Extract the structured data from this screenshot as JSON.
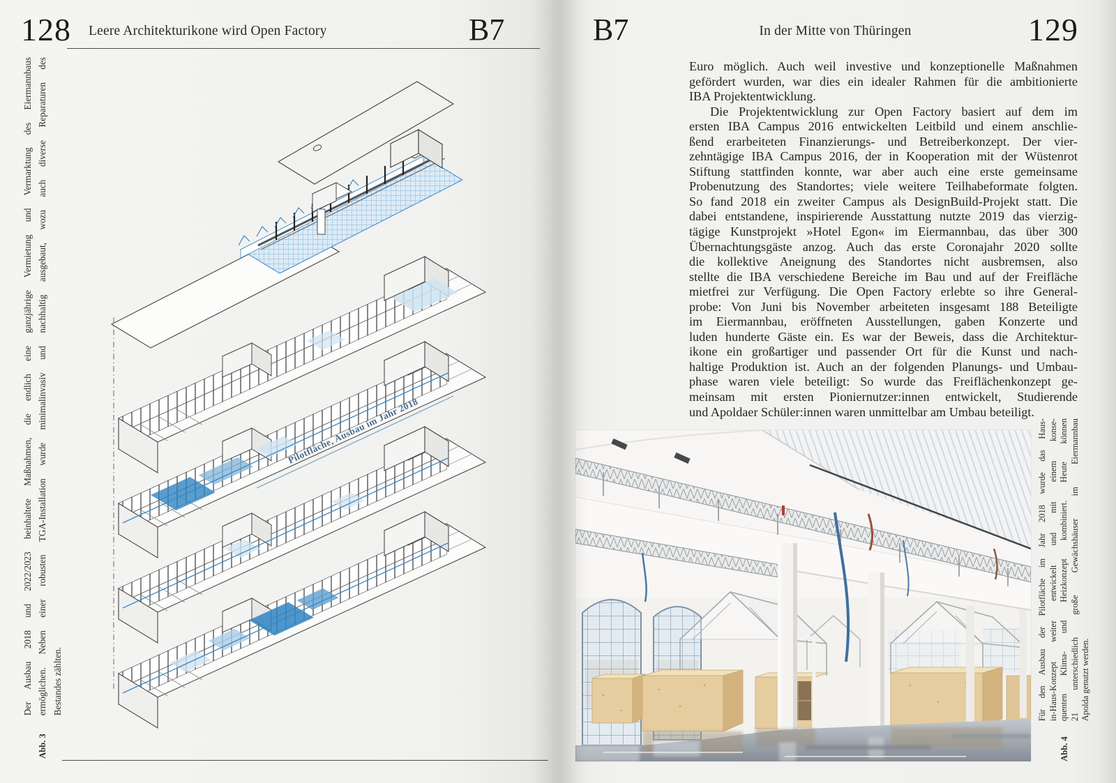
{
  "colors": {
    "accent_blue": "#2f84c2",
    "light_blue": "#cfe3f2",
    "annotation_blue": "#4a6b8c"
  },
  "left_page": {
    "page_number": "128",
    "running_head": "Leere Architekturikone wird Open Factory",
    "section_code": "B7",
    "figure_label": "Abb. 3",
    "caption_lines": [
      "Der Ausbau 2018 und 2022/2023 beinhaltete Maßnahmen, die endlich eine ganzjährige Vermietung und Vermarktung des Eiermannbaus",
      "ermöglichen. Neben einer robusten TGA-Installation wurde minimalinvasiv und nachhaltig ausgebaut, wozu auch diverse Reparaturen des",
      "Bestandes zählten."
    ],
    "diagram": {
      "annotation": "Pilotfläche, Ausbau im Jahr 2018"
    }
  },
  "right_page": {
    "section_code": "B7",
    "running_head": "In der Mitte von Thüringen",
    "page_number": "129",
    "body_lines": [
      "Euro möglich. Auch weil investive und konzeptionelle Maßnahmen",
      "gefördert wurden, war dies ein idealer Rahmen für die ambitionierte",
      "IBA Projektentwicklung.",
      "Die Projektentwicklung zur Open Factory basiert auf dem im",
      "ersten IBA Campus 2016 entwickelten Leitbild und einem anschlie-",
      "ßend erarbeiteten Finanzierungs- und Betreiberkonzept. Der vier-",
      "zehntägige IBA Campus 2016, der in Kooperation mit der Wüstenrot",
      "Stiftung stattfinden konnte, war aber auch eine erste gemeinsame",
      "Probenutzung des Standortes; viele weitere Teilhabeformate folgten.",
      "So fand 2018 ein zweiter Campus als DesignBuild-Projekt statt. Die",
      "dabei entstandene, inspirierende Ausstattung nutzte 2019 das vierzig-",
      "tägige Kunstprojekt »Hotel Egon« im Eiermannbau, das über 300",
      "Übernachtungsgäste anzog. Auch das erste Coronajahr 2020 sollte",
      "die kollektive Aneignung des Standortes nicht ausbremsen, also",
      "stellte die IBA verschiedene Bereiche im Bau und auf der Freifläche",
      "mietfrei zur Verfügung. Die Open Factory erlebte so ihre General-",
      "probe: Von Juni bis November arbeiteten insgesamt 188 Beteiligte",
      "im Eiermannbau, eröffneten Ausstellungen, gaben Konzerte und",
      "luden hunderte Gäste ein. Es war der Beweis, dass die Architektur-",
      "ikone ein großartiger und passender Ort für die Kunst und nach-",
      "haltige Produktion ist. Auch an der folgenden Planungs- und Umbau-",
      "phase waren viele beteiligt: So wurde das Freiflächenkonzept ge-",
      "meinsam mit ersten Pioniernutzer:innen entwickelt, Studierende",
      "und Apoldaer Schüler:innen waren unmittelbar am Umbau beteiligt."
    ],
    "figure_label": "Abb. 4",
    "caption_lines": [
      "Für den Ausbau der Pilotfläche im Jahr 2018 wurde das Haus-",
      "in-Haus-Konzept weiter entwickelt und mit einem konse-",
      "quenten Klima- und Heizkonzept kombiniert. Heute können",
      "21 unterschiedlich große Gewächshäuser im Eiermannbau",
      "Apolda genutzt werden."
    ]
  }
}
